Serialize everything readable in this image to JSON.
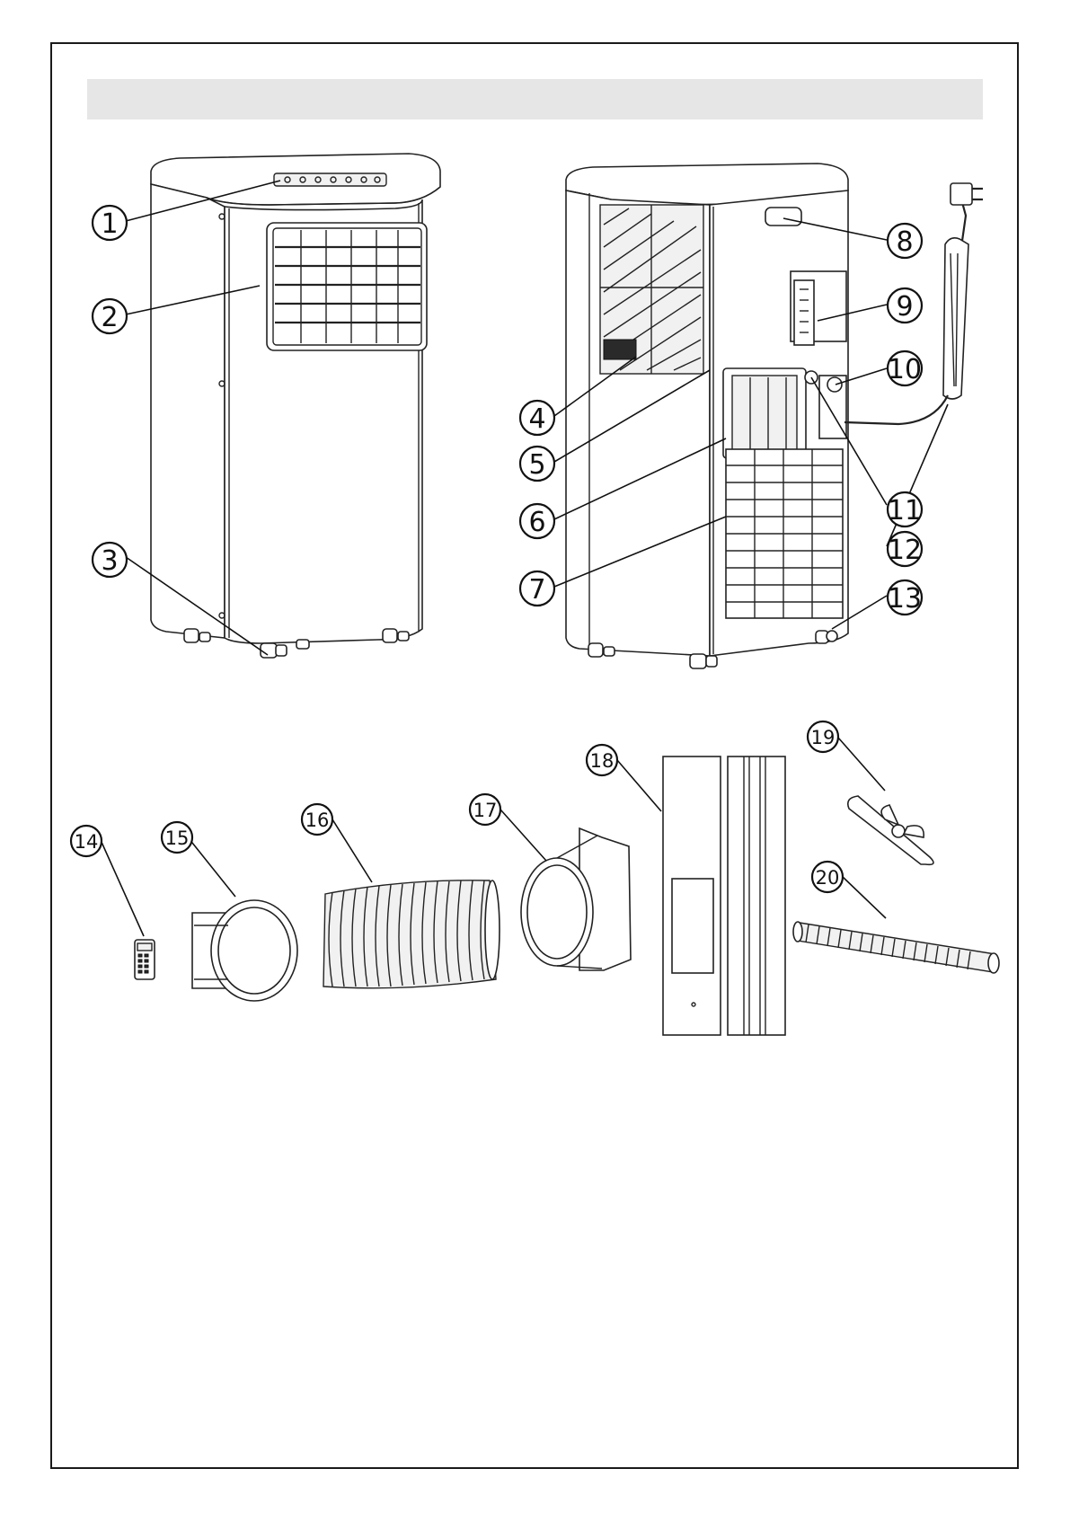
{
  "callouts": [
    {
      "number": "1",
      "part": "control-panel"
    },
    {
      "number": "2",
      "part": "air-outlet-louvre"
    },
    {
      "number": "3",
      "part": "caster-wheel"
    },
    {
      "number": "4",
      "part": "upper-air-inlet"
    },
    {
      "number": "5",
      "part": "upper-filter"
    },
    {
      "number": "6",
      "part": "lower-filter"
    },
    {
      "number": "7",
      "part": "lower-air-inlet"
    },
    {
      "number": "8",
      "part": "handle"
    },
    {
      "number": "9",
      "part": "rating-label"
    },
    {
      "number": "10",
      "part": "drain-outlet"
    },
    {
      "number": "11",
      "part": "drain-plug"
    },
    {
      "number": "12",
      "part": "power-cord"
    },
    {
      "number": "13",
      "part": "bottom-drain-outlet"
    },
    {
      "number": "14",
      "part": "remote-control"
    },
    {
      "number": "15",
      "part": "unit-hose-connector"
    },
    {
      "number": "16",
      "part": "exhaust-hose"
    },
    {
      "number": "17",
      "part": "window-hose-connector"
    },
    {
      "number": "18",
      "part": "window-slider-kit"
    },
    {
      "number": "19",
      "part": "cord-hook"
    },
    {
      "number": "20",
      "part": "drain-hose"
    }
  ]
}
